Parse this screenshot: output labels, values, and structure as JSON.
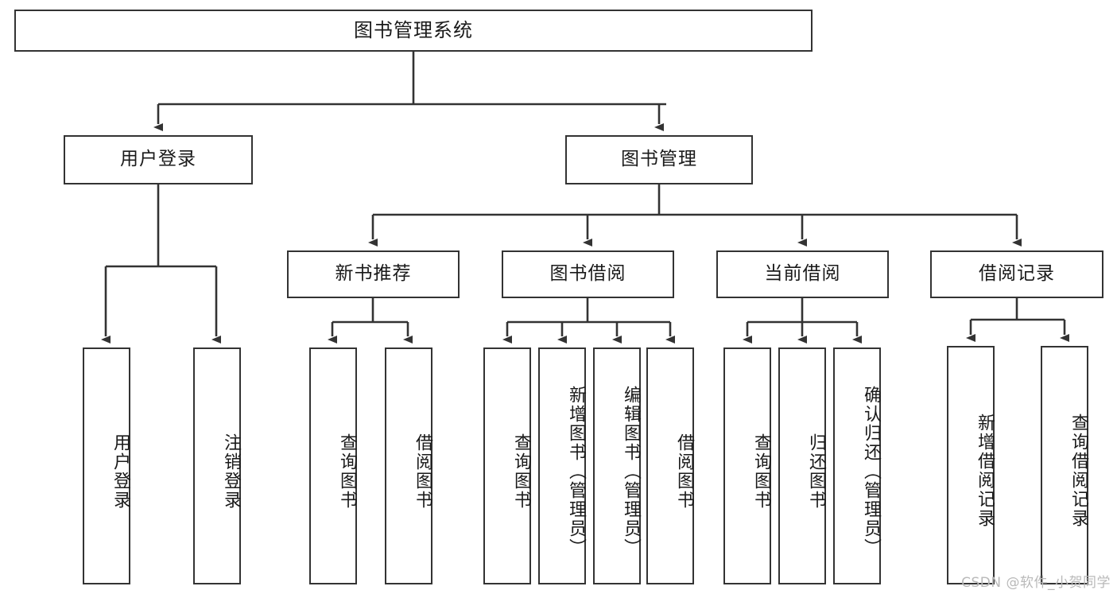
{
  "diagram": {
    "title": "图书管理系统",
    "watermark": "CSDN @软件_小贺同学",
    "stroke_color": "#333333",
    "background_color": "#ffffff",
    "text_color": "#1a1a1a",
    "watermark_color": "#b9b9b9"
  },
  "levels": {
    "root": {
      "label": "图书管理系统"
    },
    "level2": [
      {
        "label": "用户登录"
      },
      {
        "label": "图书管理"
      }
    ],
    "level3": [
      {
        "label": "新书推荐"
      },
      {
        "label": "图书借阅"
      },
      {
        "label": "当前借阅"
      },
      {
        "label": "借阅记录"
      }
    ],
    "leaves": {
      "user_login": [
        {
          "label": "用户登录"
        },
        {
          "label": "注销登录"
        }
      ],
      "new_book_recommend": [
        {
          "label": "查询图书"
        },
        {
          "label": "借阅图书"
        }
      ],
      "book_borrow": [
        {
          "label": "查询图书"
        },
        {
          "label": "新增图书（管理员）"
        },
        {
          "label": "编辑图书（管理员）"
        },
        {
          "label": "借阅图书"
        }
      ],
      "current_borrow": [
        {
          "label": "查询图书"
        },
        {
          "label": "归还图书"
        },
        {
          "label": "确认归还（管理员）"
        }
      ],
      "borrow_record": [
        {
          "label": "新增借阅记录"
        },
        {
          "label": "查询借阅记录"
        }
      ]
    }
  },
  "chart_data": {
    "type": "diagram",
    "subtype": "tree-hierarchy",
    "title": "图书管理系统",
    "orientation": "top-down",
    "nodes": [
      {
        "id": "root",
        "label": "图书管理系统",
        "level": 0,
        "parent": null
      },
      {
        "id": "user-login",
        "label": "用户登录",
        "level": 1,
        "parent": "root"
      },
      {
        "id": "book-manage",
        "label": "图书管理",
        "level": 1,
        "parent": "root"
      },
      {
        "id": "leaf-user-login",
        "label": "用户登录",
        "level": 2,
        "parent": "user-login"
      },
      {
        "id": "leaf-logout",
        "label": "注销登录",
        "level": 2,
        "parent": "user-login"
      },
      {
        "id": "new-book",
        "label": "新书推荐",
        "level": 2,
        "parent": "book-manage"
      },
      {
        "id": "book-borrow",
        "label": "图书借阅",
        "level": 2,
        "parent": "book-manage"
      },
      {
        "id": "current-borrow",
        "label": "当前借阅",
        "level": 2,
        "parent": "book-manage"
      },
      {
        "id": "borrow-record",
        "label": "借阅记录",
        "level": 2,
        "parent": "book-manage"
      },
      {
        "id": "nb-query",
        "label": "查询图书",
        "level": 3,
        "parent": "new-book"
      },
      {
        "id": "nb-borrow",
        "label": "借阅图书",
        "level": 3,
        "parent": "new-book"
      },
      {
        "id": "bb-query",
        "label": "查询图书",
        "level": 3,
        "parent": "book-borrow"
      },
      {
        "id": "bb-add",
        "label": "新增图书（管理员）",
        "level": 3,
        "parent": "book-borrow"
      },
      {
        "id": "bb-edit",
        "label": "编辑图书（管理员）",
        "level": 3,
        "parent": "book-borrow"
      },
      {
        "id": "bb-borrow",
        "label": "借阅图书",
        "level": 3,
        "parent": "book-borrow"
      },
      {
        "id": "cb-query",
        "label": "查询图书",
        "level": 3,
        "parent": "current-borrow"
      },
      {
        "id": "cb-return",
        "label": "归还图书",
        "level": 3,
        "parent": "current-borrow"
      },
      {
        "id": "cb-confirm",
        "label": "确认归还（管理员）",
        "level": 3,
        "parent": "current-borrow"
      },
      {
        "id": "br-add",
        "label": "新增借阅记录",
        "level": 3,
        "parent": "borrow-record"
      },
      {
        "id": "br-query",
        "label": "查询借阅记录",
        "level": 3,
        "parent": "borrow-record"
      }
    ],
    "edge_style": "orthogonal-arrow",
    "legend": [],
    "annotations": [
      "CSDN @软件_小贺同学"
    ]
  }
}
